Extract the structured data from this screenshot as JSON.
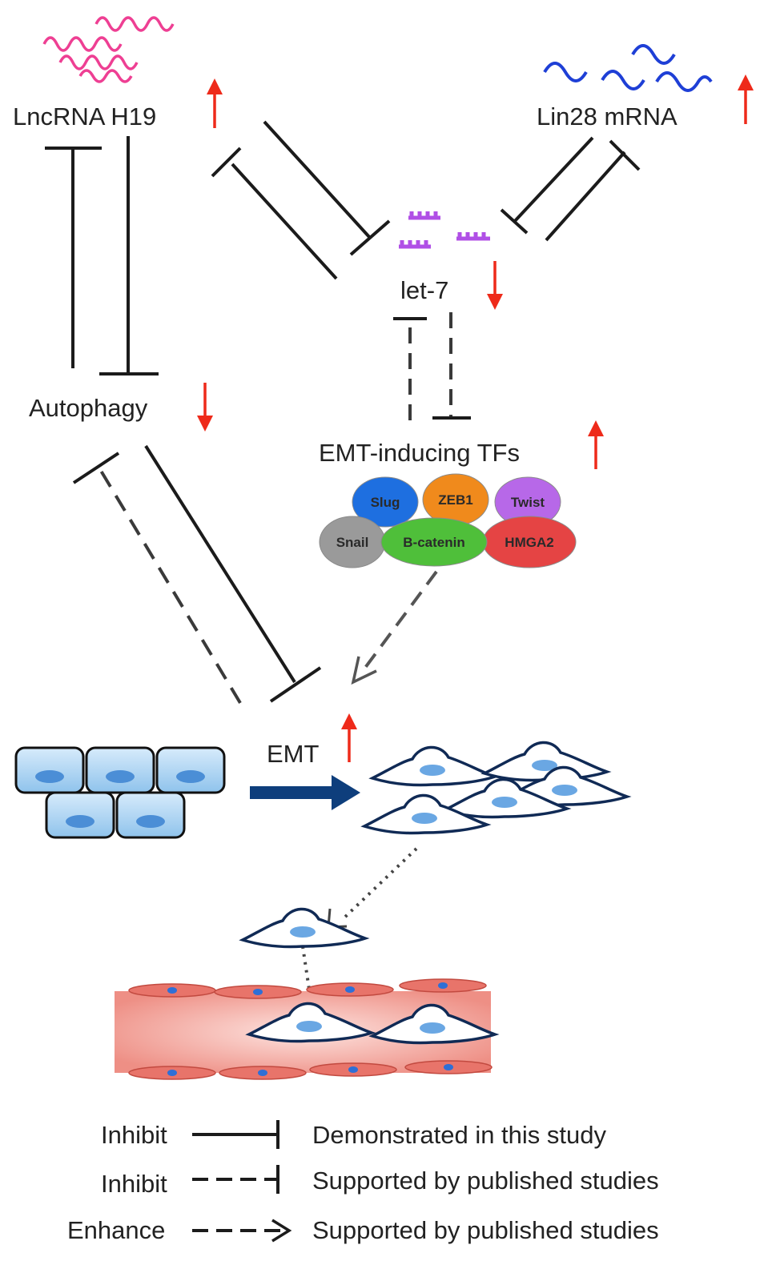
{
  "nodes": {
    "lncrna": "LncRNA H19",
    "lin28": "Lin28 mRNA",
    "let7": "let-7",
    "autophagy": "Autophagy",
    "emt_tfs": "EMT-inducing TFs",
    "emt": "EMT"
  },
  "transcription_factors": [
    "Slug",
    "ZEB1",
    "Twist",
    "Snail",
    "B-catenin",
    "HMGA2"
  ],
  "legend": [
    {
      "type": "Inhibit",
      "line": "solid-bar",
      "desc": "Demonstrated in this study"
    },
    {
      "type": "Inhibit",
      "line": "dashed-bar",
      "desc": "Supported by published studies"
    },
    {
      "type": "Enhance",
      "line": "dashed-arrow",
      "desc": "Supported by published studies"
    }
  ],
  "colors": {
    "lncrna": "#ee3f93",
    "lin28": "#1e3fd6",
    "let7": "#b04fe6",
    "up_down_arrows": "#ee2a1a",
    "emt_arrow": "#0e3e7c",
    "slug": "#1e6fe0",
    "zeb1": "#f08a1c",
    "twist": "#b768e8",
    "snail": "#9a9a9a",
    "bcatenin": "#4fbf3a",
    "hmga2": "#e54444",
    "vessel": "#f0a098"
  }
}
